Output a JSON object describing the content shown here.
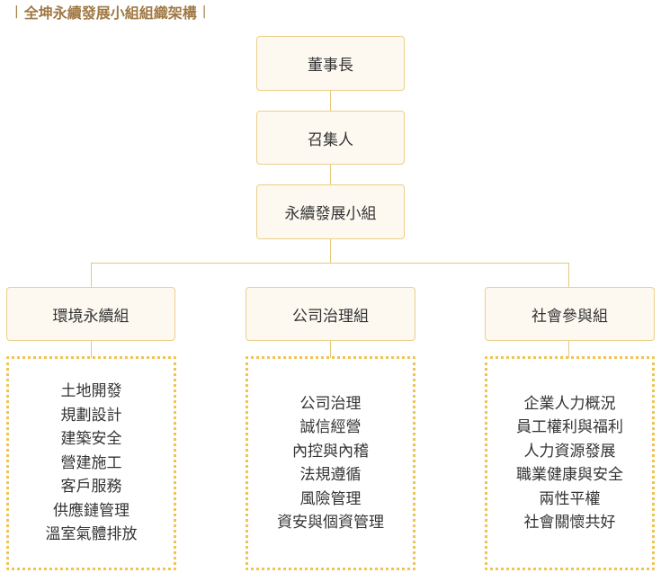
{
  "title": "全坤永續發展小組組織架構",
  "chain": [
    "董事長",
    "召集人",
    "永續發展小組"
  ],
  "groups": [
    {
      "name": "環境永續組",
      "items": [
        "土地開發",
        "規劃設計",
        "建築安全",
        "營建施工",
        "客戶服務",
        "供應鏈管理",
        "溫室氣體排放"
      ]
    },
    {
      "name": "公司治理組",
      "items": [
        "公司治理",
        "誠信經營",
        "內控與內稽",
        "法規遵循",
        "風險管理",
        "資安與個資管理"
      ]
    },
    {
      "name": "社會參與組",
      "items": [
        "企業人力概況",
        "員工權利與福利",
        "人力資源發展",
        "職業健康與安全",
        "兩性平權",
        "社會關懷共好"
      ]
    }
  ],
  "colors": {
    "box_fill": "#fdf9f1",
    "box_border": "#eccf8a",
    "dotted_border": "#f1c452",
    "line": "#e6c97e",
    "title": "#a07843"
  }
}
